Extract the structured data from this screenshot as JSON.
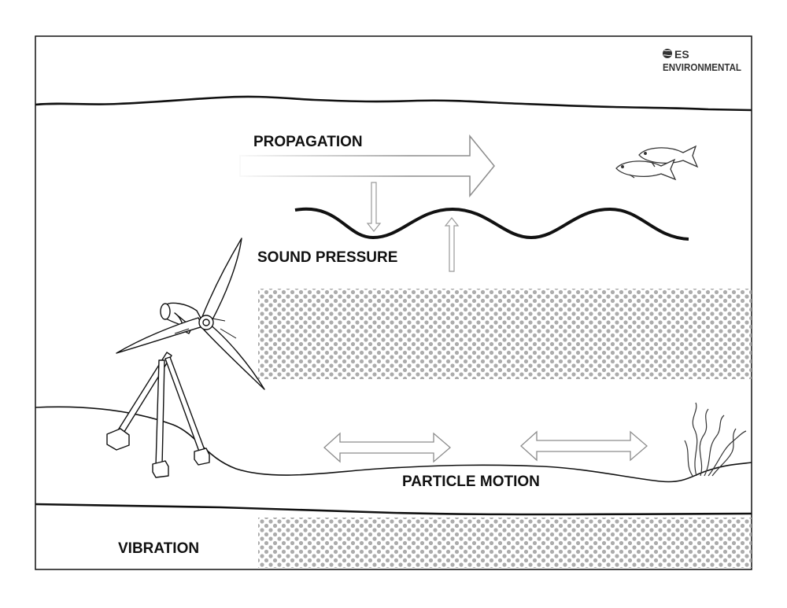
{
  "labels": {
    "propagation": "PROPAGATION",
    "sound_pressure": "SOUND PRESSURE",
    "particle_motion": "PARTICLE MOTION",
    "vibration": "VIBRATION"
  },
  "logo": {
    "line1": "ES",
    "line2": "ENVIRONMENTAL"
  },
  "icons": [
    "globe-icon",
    "turbine-icon",
    "fish-icon",
    "seaweed-icon"
  ],
  "colors": {
    "ink": "#111111",
    "dots": "#a8a8a8",
    "arrow_outline": "#8c8c8c",
    "background": "#ffffff"
  }
}
